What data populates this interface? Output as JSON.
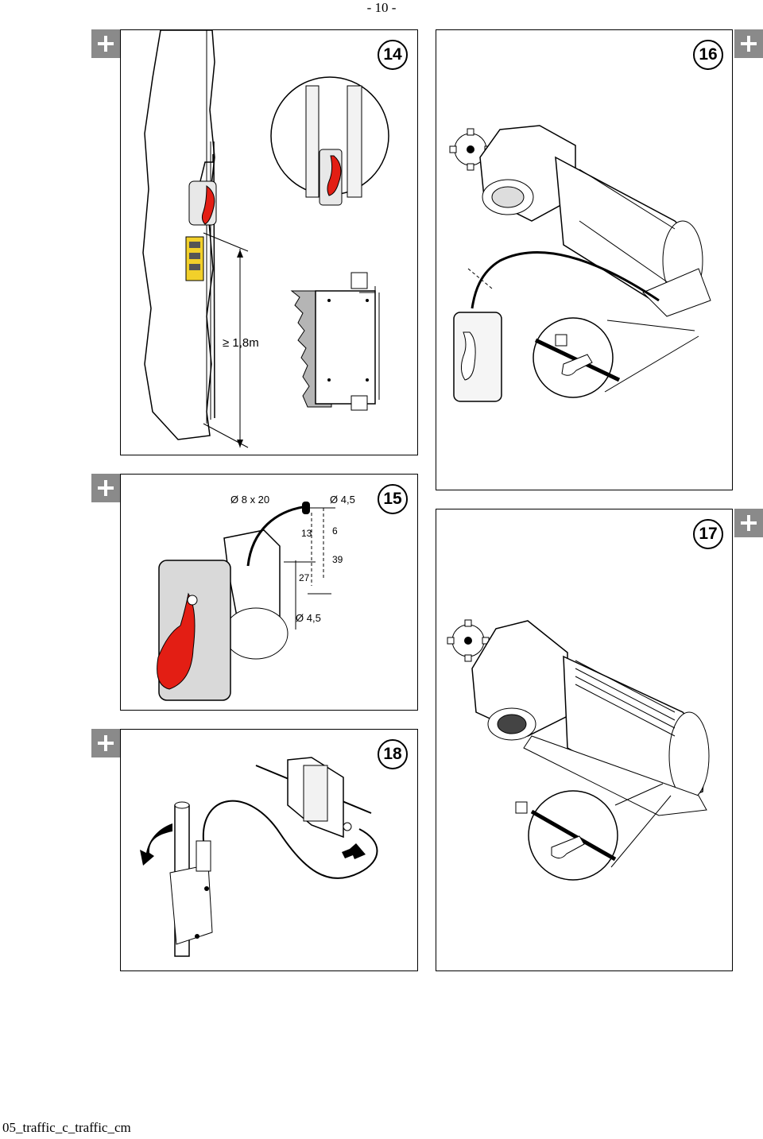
{
  "header": {
    "page_number": "- 10 -"
  },
  "footer": {
    "filename": "05_traffic_c_traffic_cm"
  },
  "figures": [
    {
      "number": "14",
      "labels": {
        "height": "≥ 1,8m"
      }
    },
    {
      "number": "15",
      "labels": {
        "hole_top": "Ø 8 x 20",
        "hole_right": "Ø 4,5",
        "dim_13": "13",
        "dim_6": "6",
        "dim_39": "39",
        "dim_27": "27",
        "hole_bottom": "Ø 4,5"
      }
    },
    {
      "number": "16"
    },
    {
      "number": "17"
    },
    {
      "number": "18"
    }
  ],
  "colors": {
    "handle_red": "#e31e14",
    "plus_gray": "#8a8a8a",
    "wall_gray": "#b5b5b5"
  }
}
